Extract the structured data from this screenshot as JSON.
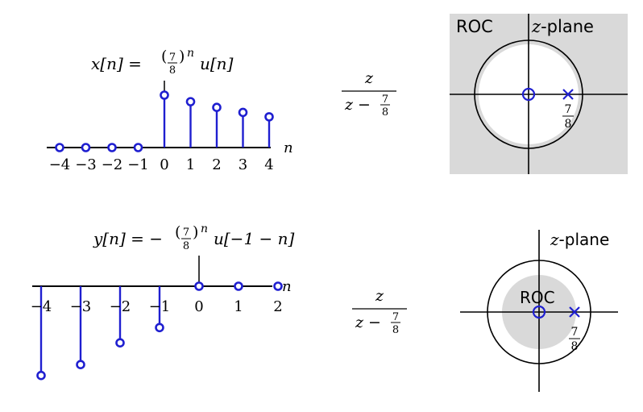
{
  "colors": {
    "stem": "#1f1fd0",
    "roc_fill": "#d9d9d9",
    "axis": "#000000",
    "background": "#ffffff"
  },
  "top": {
    "signal_label": {
      "lhs": "x[n] = ",
      "frac_num": "7",
      "frac_den": "8",
      "exp": "n",
      "rhs": "u[n]"
    },
    "axis_var": "n",
    "tick_labels": [
      "−4",
      "−3",
      "−2",
      "−1",
      "0",
      "1",
      "2",
      "3",
      "4"
    ],
    "transform": {
      "num": "z",
      "den_lhs": "z −",
      "frac_num": "7",
      "frac_den": "8"
    },
    "zplane": {
      "roc_label": "ROC",
      "plane_italic": "z",
      "plane_rest": "-plane",
      "pole_num": "7",
      "pole_den": "8",
      "roc_region": "outside"
    }
  },
  "bottom": {
    "signal_label": {
      "lhs": "y[n] = −",
      "frac_num": "7",
      "frac_den": "8",
      "exp": "n",
      "rhs": "u[−1 − n]"
    },
    "axis_var": "n",
    "tick_labels": [
      "−4",
      "−3",
      "−2",
      "−1",
      "0",
      "1",
      "2"
    ],
    "transform": {
      "num": "z",
      "den_lhs": "z −",
      "frac_num": "7",
      "frac_den": "8"
    },
    "zplane": {
      "roc_label": "ROC",
      "plane_italic": "z",
      "plane_rest": "-plane",
      "pole_num": "7",
      "pole_den": "8",
      "roc_region": "inside"
    }
  },
  "chart_data": [
    {
      "type": "stem",
      "n": [
        -4,
        -3,
        -2,
        -1,
        0,
        1,
        2,
        3,
        4
      ],
      "values": [
        0,
        0,
        0,
        0,
        1,
        0.875,
        0.766,
        0.67,
        0.586
      ]
    },
    {
      "type": "stem",
      "n": [
        -4,
        -3,
        -2,
        -1,
        0,
        1,
        2
      ],
      "values": [
        -4.1,
        -3.6,
        -2.6,
        -1.9,
        0,
        0,
        0
      ]
    }
  ]
}
